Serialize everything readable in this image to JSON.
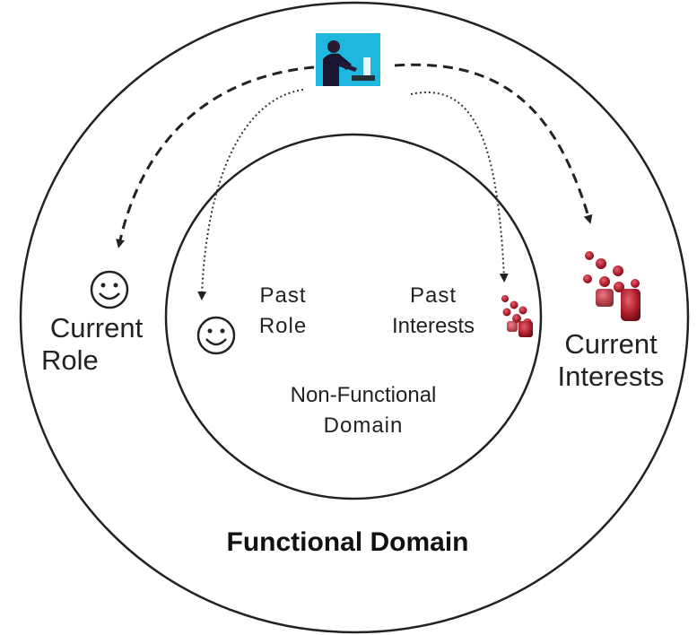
{
  "diagram": {
    "outer_domain": {
      "label": "Functional Domain"
    },
    "inner_domain": {
      "label_line1": "Non-Functional",
      "label_line2": "Domain"
    },
    "user": {
      "icon": "user-at-computer-icon"
    },
    "nodes": {
      "current_role": {
        "line1": "Current",
        "line2": "Role",
        "icon": "smiley-icon"
      },
      "past_role": {
        "line1": "Past",
        "line2": "Role",
        "icon": "smiley-icon"
      },
      "past_interests": {
        "line1": "Past",
        "line2": "Interests",
        "icon": "interest-cubes-icon"
      },
      "current_interests": {
        "line1": "Current",
        "line2": "Interests",
        "icon": "interest-cubes-icon"
      }
    },
    "arrows": [
      {
        "from": "user",
        "to": "current_role",
        "style": "dashed"
      },
      {
        "from": "user",
        "to": "past_role",
        "style": "dotted"
      },
      {
        "from": "user",
        "to": "past_interests",
        "style": "dotted"
      },
      {
        "from": "user",
        "to": "current_interests",
        "style": "dashed"
      }
    ],
    "colors": {
      "line": "#222222",
      "user_bg": "#1fb6e0",
      "cube": "#b0202c"
    }
  }
}
